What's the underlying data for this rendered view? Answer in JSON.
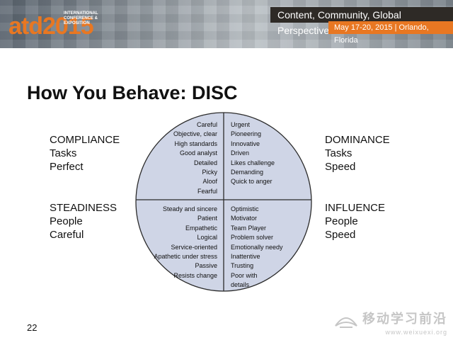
{
  "banner": {
    "logo_text": "atd",
    "logo_year": "2015",
    "logo_small": "INTERNATIONAL CONFERENCE & EXPOSITION",
    "tagline": "Content, Community, Global Perspectives",
    "dates": "May 17-20, 2015 | Orlando, Florida"
  },
  "slide": {
    "title": "How You Behave: DISC",
    "number": "22"
  },
  "quadrants": {
    "compliance": {
      "name": "COMPLIANCE",
      "line1": "Tasks",
      "line2": "Perfect"
    },
    "dominance": {
      "name": "DOMINANCE",
      "line1": "Tasks",
      "line2": "Speed"
    },
    "steadiness": {
      "name": "STEADINESS",
      "line1": "People",
      "line2": "Careful"
    },
    "influence": {
      "name": "INFLUENCE",
      "line1": "People",
      "line2": "Speed"
    }
  },
  "traits": {
    "top_left": [
      "Careful",
      "Objective, clear",
      "High standards",
      "Good analyst",
      "Detailed",
      "Picky",
      "Aloof",
      "Fearful"
    ],
    "top_right": [
      "Urgent",
      "Pioneering",
      "Innovative",
      "Driven",
      "Likes challenge",
      "Demanding",
      "Quick to anger"
    ],
    "bottom_left": [
      "Steady and sincere",
      "Patient",
      "Empathetic",
      "Logical",
      "Service-oriented",
      "Apathetic under stress",
      "Passive",
      "Resists change"
    ],
    "bottom_right": [
      "Optimistic",
      "Motivator",
      "Team Player",
      "Problem solver",
      "Emotionally needy",
      "Inattentive",
      "Trusting",
      "Poor  with",
      "details"
    ]
  },
  "watermark": {
    "text": "移动学习前沿",
    "url": "www.weixuexi.org"
  },
  "colors": {
    "circle_fill": "#cfd5e6",
    "accent_orange": "#e87722",
    "tagline_bg": "#2e2a26"
  }
}
